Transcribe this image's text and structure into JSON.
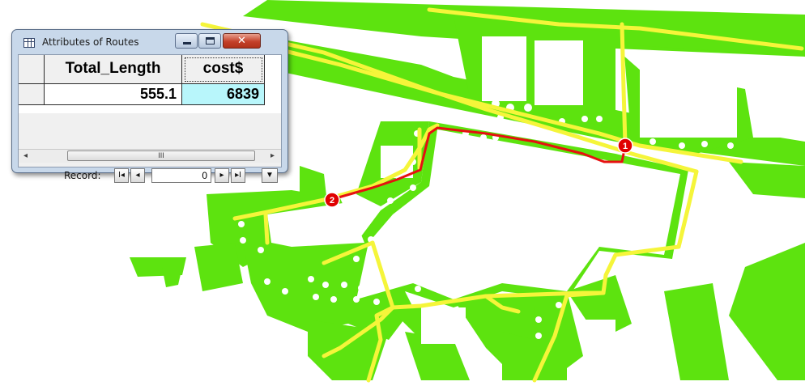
{
  "window": {
    "title": "Attributes of Routes",
    "close_glyph": "✕"
  },
  "table": {
    "columns": [
      "Total_Length",
      "cost$"
    ],
    "rows": [
      {
        "total_length": "555.1",
        "cost": "6839"
      }
    ]
  },
  "scrollbar": {
    "left_arrow": "◂",
    "right_arrow": "▸",
    "thumb_grip": "III"
  },
  "record_bar": {
    "label": "Record:",
    "first": "I◂",
    "prev": "◂",
    "value": "0",
    "next": "▸",
    "last": "▸I",
    "menu": "▼"
  },
  "map": {
    "route_stops": [
      "1",
      "2"
    ],
    "colors": {
      "parcel_green": "#5de30f",
      "road_yellow": "#f5f53a",
      "route_red": "#e61010",
      "stop_marker": "#e00000"
    }
  }
}
